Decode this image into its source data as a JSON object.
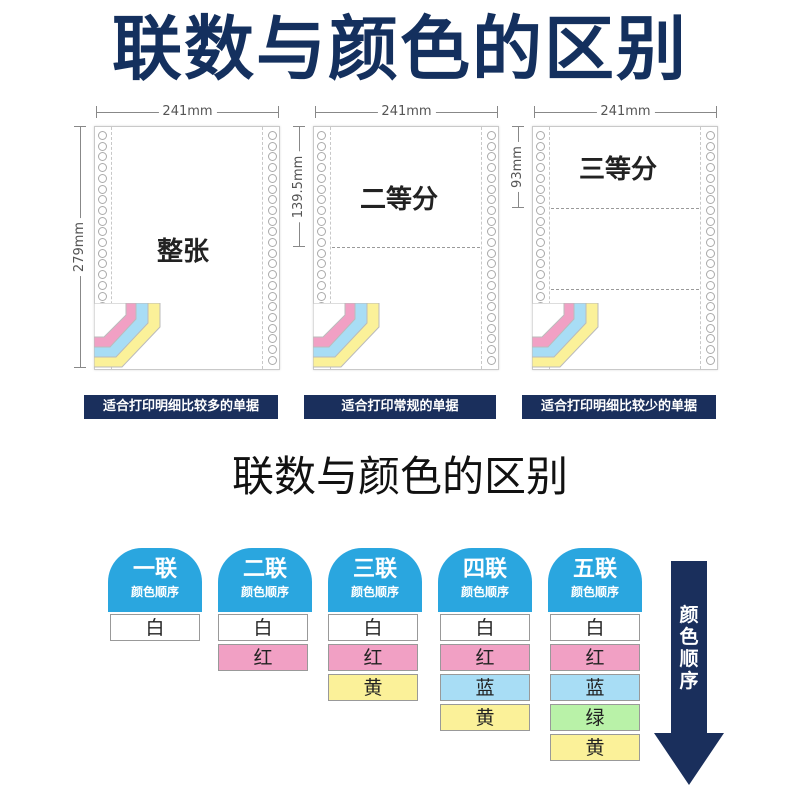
{
  "main_title": "联数与颜色的区别",
  "subtitle": "联数与颜色的区别",
  "panels": [
    {
      "width": "241mm",
      "height_dim": "279mm",
      "label": "整张",
      "caption": "适合打印明细比较多的单据"
    },
    {
      "width": "241mm",
      "height_dim": "139.5mm",
      "label": "二等分",
      "caption": "适合打印常规的单据"
    },
    {
      "width": "241mm",
      "height_dim": "93mm",
      "label": "三等分",
      "caption": "适合打印明细比较少的单据"
    }
  ],
  "columns": [
    {
      "title": "一联",
      "sub": "颜色顺序",
      "colors": [
        "白"
      ]
    },
    {
      "title": "二联",
      "sub": "颜色顺序",
      "colors": [
        "白",
        "红"
      ]
    },
    {
      "title": "三联",
      "sub": "颜色顺序",
      "colors": [
        "白",
        "红",
        "黄"
      ]
    },
    {
      "title": "四联",
      "sub": "颜色顺序",
      "colors": [
        "白",
        "红",
        "蓝",
        "黄"
      ]
    },
    {
      "title": "五联",
      "sub": "颜色顺序",
      "colors": [
        "白",
        "红",
        "蓝",
        "绿",
        "黄"
      ]
    }
  ],
  "arrow_label": "颜色顺序",
  "color_map": {
    "白": "#ffffff",
    "红": "#f1a0c4",
    "蓝": "#a8ddf5",
    "绿": "#b9f2a8",
    "黄": "#fbf199"
  }
}
